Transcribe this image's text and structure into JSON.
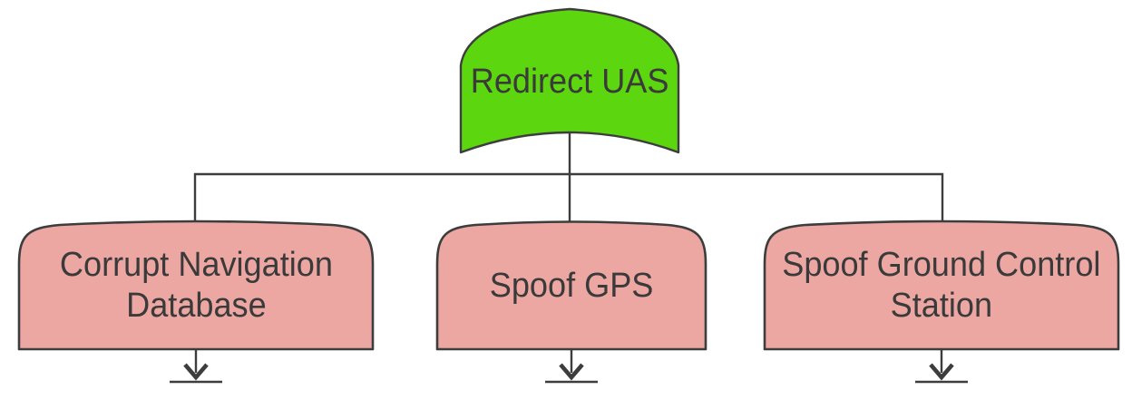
{
  "colors": {
    "background": "#ffffff",
    "root_fill": "#5cd60e",
    "child_fill": "#eda7a2",
    "stroke": "#3d3d3d",
    "text": "#3a3a3a"
  },
  "diagram": {
    "type": "attack-tree",
    "root": {
      "label": "Redirect UAS"
    },
    "children": [
      {
        "label": "Corrupt Navigation\nDatabase"
      },
      {
        "label": "Spoof GPS"
      },
      {
        "label": "Spoof Ground Control\nStation"
      }
    ]
  }
}
